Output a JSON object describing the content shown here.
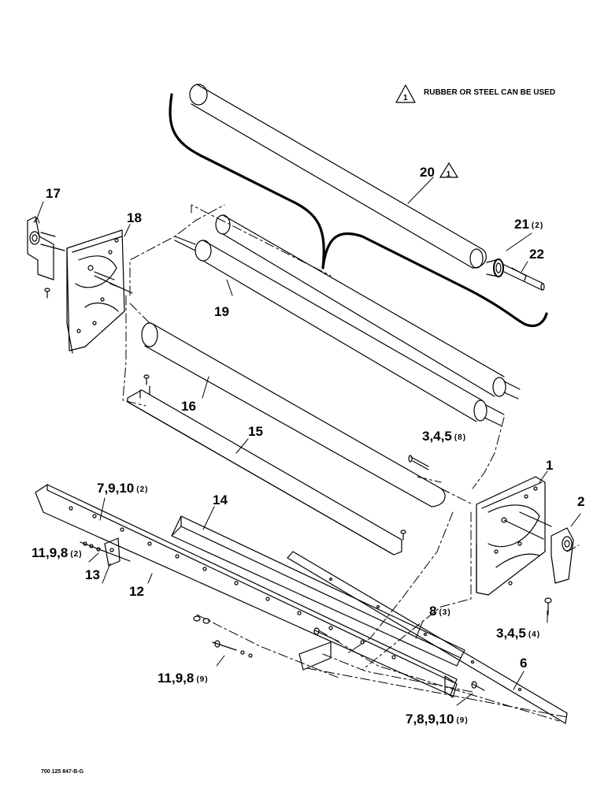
{
  "note": {
    "symbol": "1",
    "text": "RUBBER OR STEEL CAN BE USED"
  },
  "callouts": {
    "c1": {
      "label": "1",
      "qty": ""
    },
    "c2": {
      "label": "2",
      "qty": ""
    },
    "c6": {
      "label": "6",
      "qty": ""
    },
    "c8": {
      "label": "8",
      "qty": "(3)"
    },
    "c12": {
      "label": "12",
      "qty": ""
    },
    "c13": {
      "label": "13",
      "qty": ""
    },
    "c14": {
      "label": "14",
      "qty": ""
    },
    "c15": {
      "label": "15",
      "qty": ""
    },
    "c16": {
      "label": "16",
      "qty": ""
    },
    "c17": {
      "label": "17",
      "qty": ""
    },
    "c18": {
      "label": "18",
      "qty": ""
    },
    "c19": {
      "label": "19",
      "qty": ""
    },
    "c20": {
      "label": "20",
      "qty": "",
      "symbol": "1"
    },
    "c21": {
      "label": "21",
      "qty": "(2)"
    },
    "c22": {
      "label": "22",
      "qty": ""
    },
    "c345a": {
      "label": "3,4,5",
      "qty": "(8)"
    },
    "c345b": {
      "label": "3,4,5",
      "qty": "(4)"
    },
    "c7910": {
      "label": "7,9,10",
      "qty": "(2)"
    },
    "c1198a": {
      "label": "11,9,8",
      "qty": "(2)"
    },
    "c1198b": {
      "label": "11,9,8",
      "qty": "(9)"
    },
    "c78910": {
      "label": "7,8,9,10",
      "qty": "(9)"
    }
  },
  "drawing_number": "700 125 847-B-G"
}
